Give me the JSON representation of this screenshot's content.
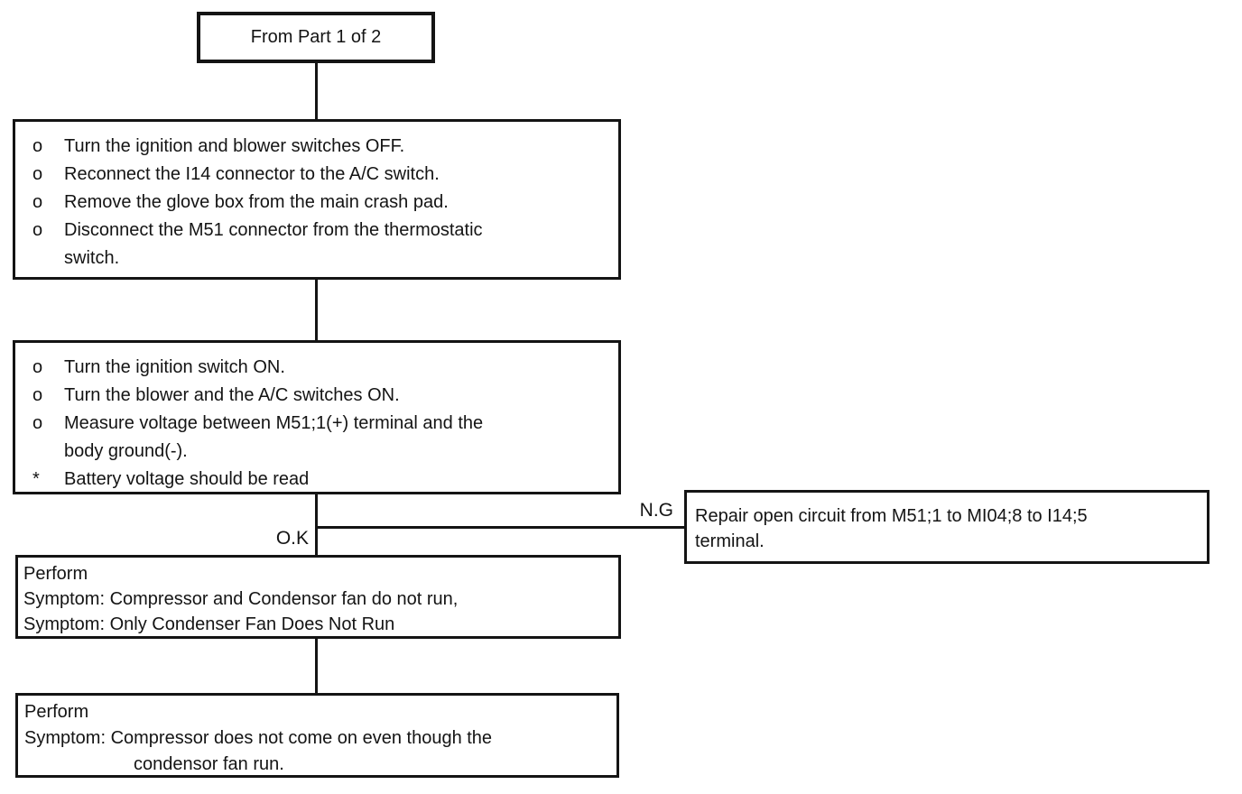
{
  "boxes": {
    "start": {
      "text": "From Part 1 of 2"
    },
    "step1": {
      "lines": [
        {
          "marker": "o",
          "text": "Turn the ignition and blower switches OFF."
        },
        {
          "marker": "o",
          "text": "Reconnect the I14 connector to the A/C switch."
        },
        {
          "marker": "o",
          "text": "Remove the glove box from the main crash pad."
        },
        {
          "marker": "o",
          "text": "Disconnect the M51 connector from the thermostatic"
        },
        {
          "marker": "",
          "text": "switch."
        }
      ]
    },
    "step2": {
      "lines": [
        {
          "marker": "o",
          "text": "Turn the ignition switch ON."
        },
        {
          "marker": "o",
          "text": "Turn the blower and the A/C switches ON."
        },
        {
          "marker": "o",
          "text": "Measure voltage between M51;1(+) terminal and the"
        },
        {
          "marker": "",
          "text": "body ground(-)."
        },
        {
          "marker": "*",
          "text": "Battery voltage should be read"
        }
      ]
    },
    "repair": {
      "lines": [
        "Repair open circuit from M51;1 to MI04;8 to I14;5",
        "terminal."
      ]
    },
    "perform1": {
      "lines": [
        "Perform",
        "Symptom: Compressor and Condensor fan do not run,",
        "Symptom: Only Condenser Fan Does Not Run"
      ]
    },
    "perform2": {
      "lines": [
        "Perform",
        "Symptom: Compressor does not come on even though the",
        "condensor fan run."
      ]
    }
  },
  "labels": {
    "ok": "O.K",
    "ng": "N.G"
  },
  "colors": {
    "ink": "#141414",
    "background": "#ffffff"
  }
}
